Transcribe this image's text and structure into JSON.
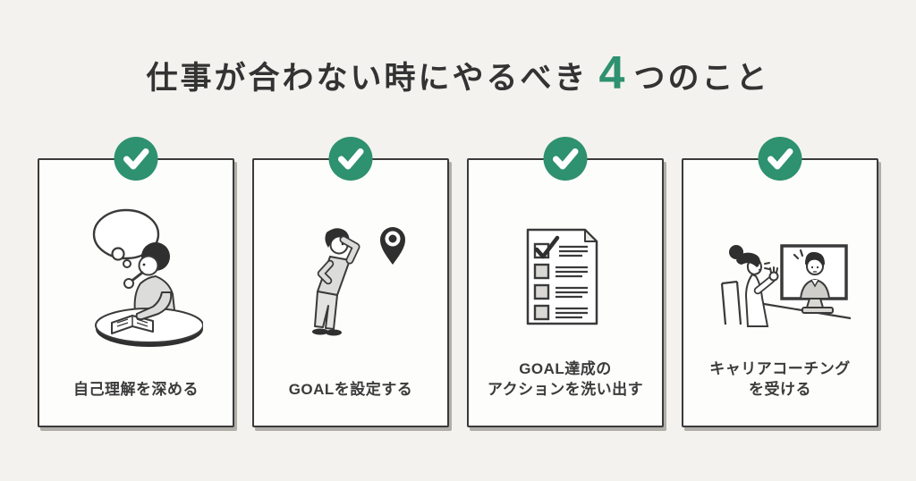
{
  "page": {
    "background_color": "#f4f2ee",
    "card_background": "#fdfdfc",
    "card_border_color": "#3a3a3a",
    "accent_green": "#2e9170",
    "text_color": "#333333"
  },
  "title": {
    "prefix": "仕事が合わない時にやるべき",
    "number": "4",
    "suffix": "つのこと"
  },
  "cards": [
    {
      "label": "自己理解を深める",
      "badge_icon": "check-icon",
      "illustration": "person-thinking-with-thought-bubble-at-desk"
    },
    {
      "label": "GOALを設定する",
      "badge_icon": "check-icon",
      "illustration": "person-gazing-at-map-pin"
    },
    {
      "label": "GOAL達成の\nアクションを洗い出す",
      "badge_icon": "check-icon",
      "illustration": "checklist-document"
    },
    {
      "label": "キャリアコーチング\nを受ける",
      "badge_icon": "check-icon",
      "illustration": "video-call-coaching-session"
    }
  ]
}
